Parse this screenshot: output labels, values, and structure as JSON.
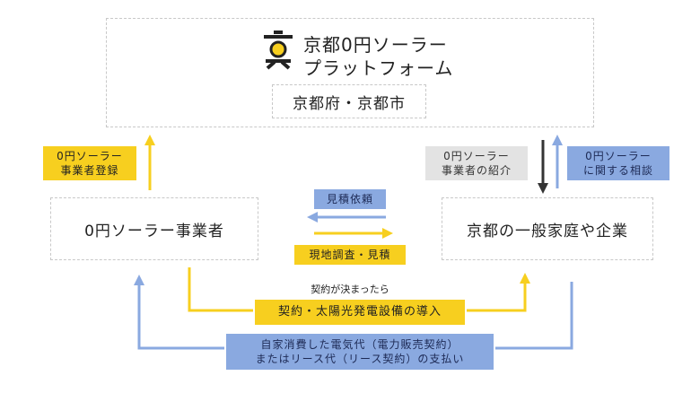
{
  "colors": {
    "yellow": "#f7cf1f",
    "blue": "#8aa9e0",
    "gray": "#e3e3e3",
    "dark": "#333333",
    "dash": "#c8c8c8"
  },
  "platform": {
    "icon": "kyoto-zero-logo-icon",
    "name_line1": "京都0円ソーラー",
    "name_line2": "プラットフォーム",
    "owner": "京都府・京都市"
  },
  "labels": {
    "register": "0円ソーラー\n事業者登録",
    "introduce": "0円ソーラー\n事業者の紹介",
    "consult": "0円ソーラー\nに関する相談",
    "quote_request": "見積依頼",
    "survey": "現地調査・見積",
    "when_decided": "契約が決まったら",
    "install": "契約・太陽光発電設備の導入",
    "payment": "自家消費した電気代（電力販売契約）\nまたはリース代（リース契約）の支払い"
  },
  "actors": {
    "provider": "0円ソーラー事業者",
    "customer": "京都の一般家庭や企業"
  }
}
